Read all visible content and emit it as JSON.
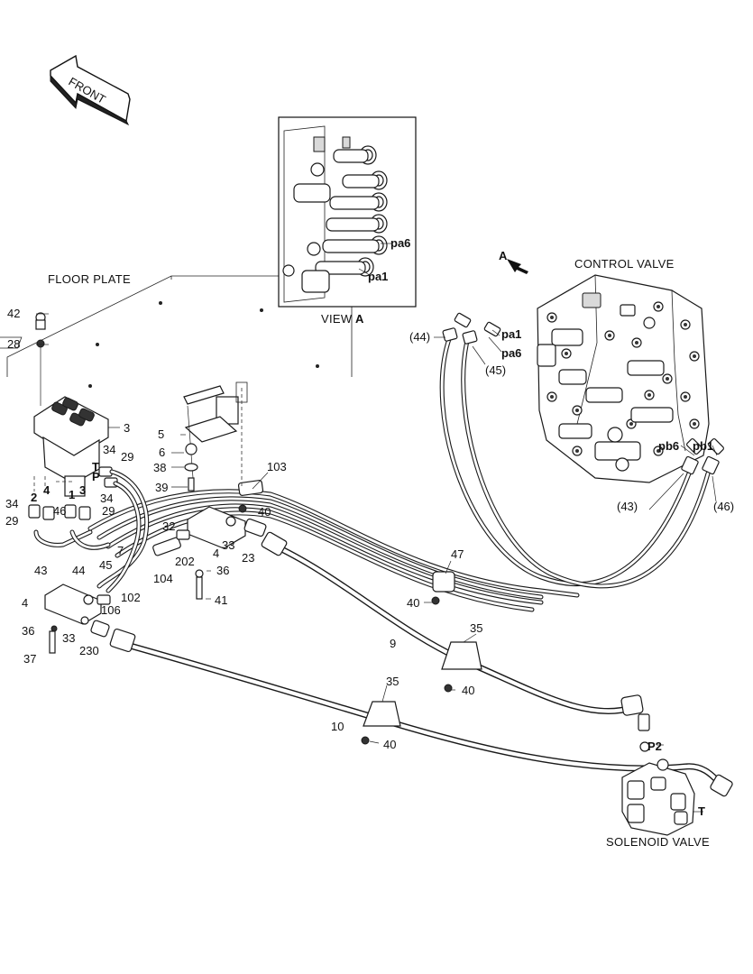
{
  "front_arrow": {
    "label": "FRONT"
  },
  "titles": {
    "floor_plate": "FLOOR PLATE",
    "control_valve": "CONTROL VALVE",
    "solenoid_valve": "SOLENOID VALVE",
    "view_prefix": "VIEW",
    "view_letter": "A",
    "arrow_a": "A"
  },
  "port_labels": {
    "pa6_view": "pa6",
    "pa1_view": "pa1",
    "pa1": "pa1",
    "pa6": "pa6",
    "pb6": "pb6",
    "pb1": "pb1",
    "T_pilot": "T",
    "P_pilot": "P",
    "P2": "P2",
    "T_sol": "T"
  },
  "callouts": {
    "c42": "42",
    "c28": "28",
    "c3": "3",
    "c34a": "34",
    "c29a": "29",
    "c34b": "34",
    "c2": "2",
    "c4a": "4",
    "c1": "1",
    "c3b": "3",
    "c34c": "34",
    "c29b": "29",
    "c46": "46",
    "c29c": "29",
    "c43": "43",
    "c44": "44",
    "c45": "45",
    "c7": "7",
    "c104": "104",
    "c102": "102",
    "c106": "106",
    "c4b": "4",
    "c36a": "36",
    "c37": "37",
    "c33a": "33",
    "c230": "230",
    "c5": "5",
    "c6": "6",
    "c38": "38",
    "c39": "39",
    "c103": "103",
    "c40a": "40",
    "c32": "32",
    "c4c": "4",
    "c33b": "33",
    "c202": "202",
    "c23": "23",
    "c36b": "36",
    "c41": "41",
    "c47": "47",
    "c40b": "40",
    "c35a": "35",
    "c9": "9",
    "c40c": "40",
    "c35b": "35",
    "c10": "10",
    "c40d": "40",
    "h44": "(44)",
    "h45": "(45)",
    "h43": "(43)",
    "h46": "(46)"
  }
}
